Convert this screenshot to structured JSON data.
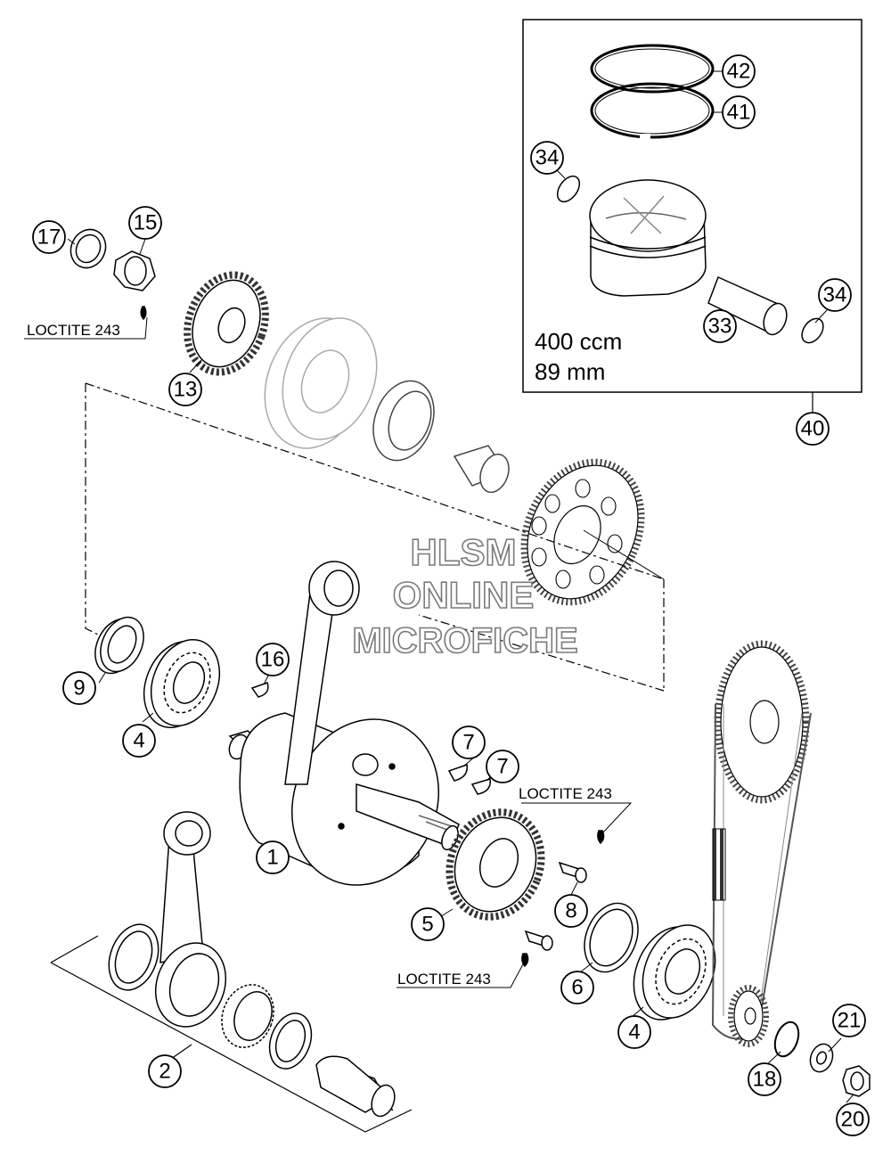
{
  "callouts": {
    "c1": "1",
    "c2": "2",
    "c4a": "4",
    "c4b": "4",
    "c5": "5",
    "c6": "6",
    "c7a": "7",
    "c7b": "7",
    "c8": "8",
    "c9": "9",
    "c13": "13",
    "c15": "15",
    "c16": "16",
    "c17": "17",
    "c18": "18",
    "c20": "20",
    "c21": "21",
    "c33": "33",
    "c34a": "34",
    "c34b": "34",
    "c40": "40",
    "c41": "41",
    "c42": "42"
  },
  "labels": {
    "loctite_top": "LOCTITE 243",
    "loctite_right": "LOCTITE 243",
    "loctite_bottom": "LOCTITE 243"
  },
  "piston_kit": {
    "displacement": "400 ccm",
    "bore": "89 mm"
  },
  "watermark": {
    "line1": "HLSM",
    "line2": "ONLINE",
    "line3": "MICROFICHE"
  }
}
